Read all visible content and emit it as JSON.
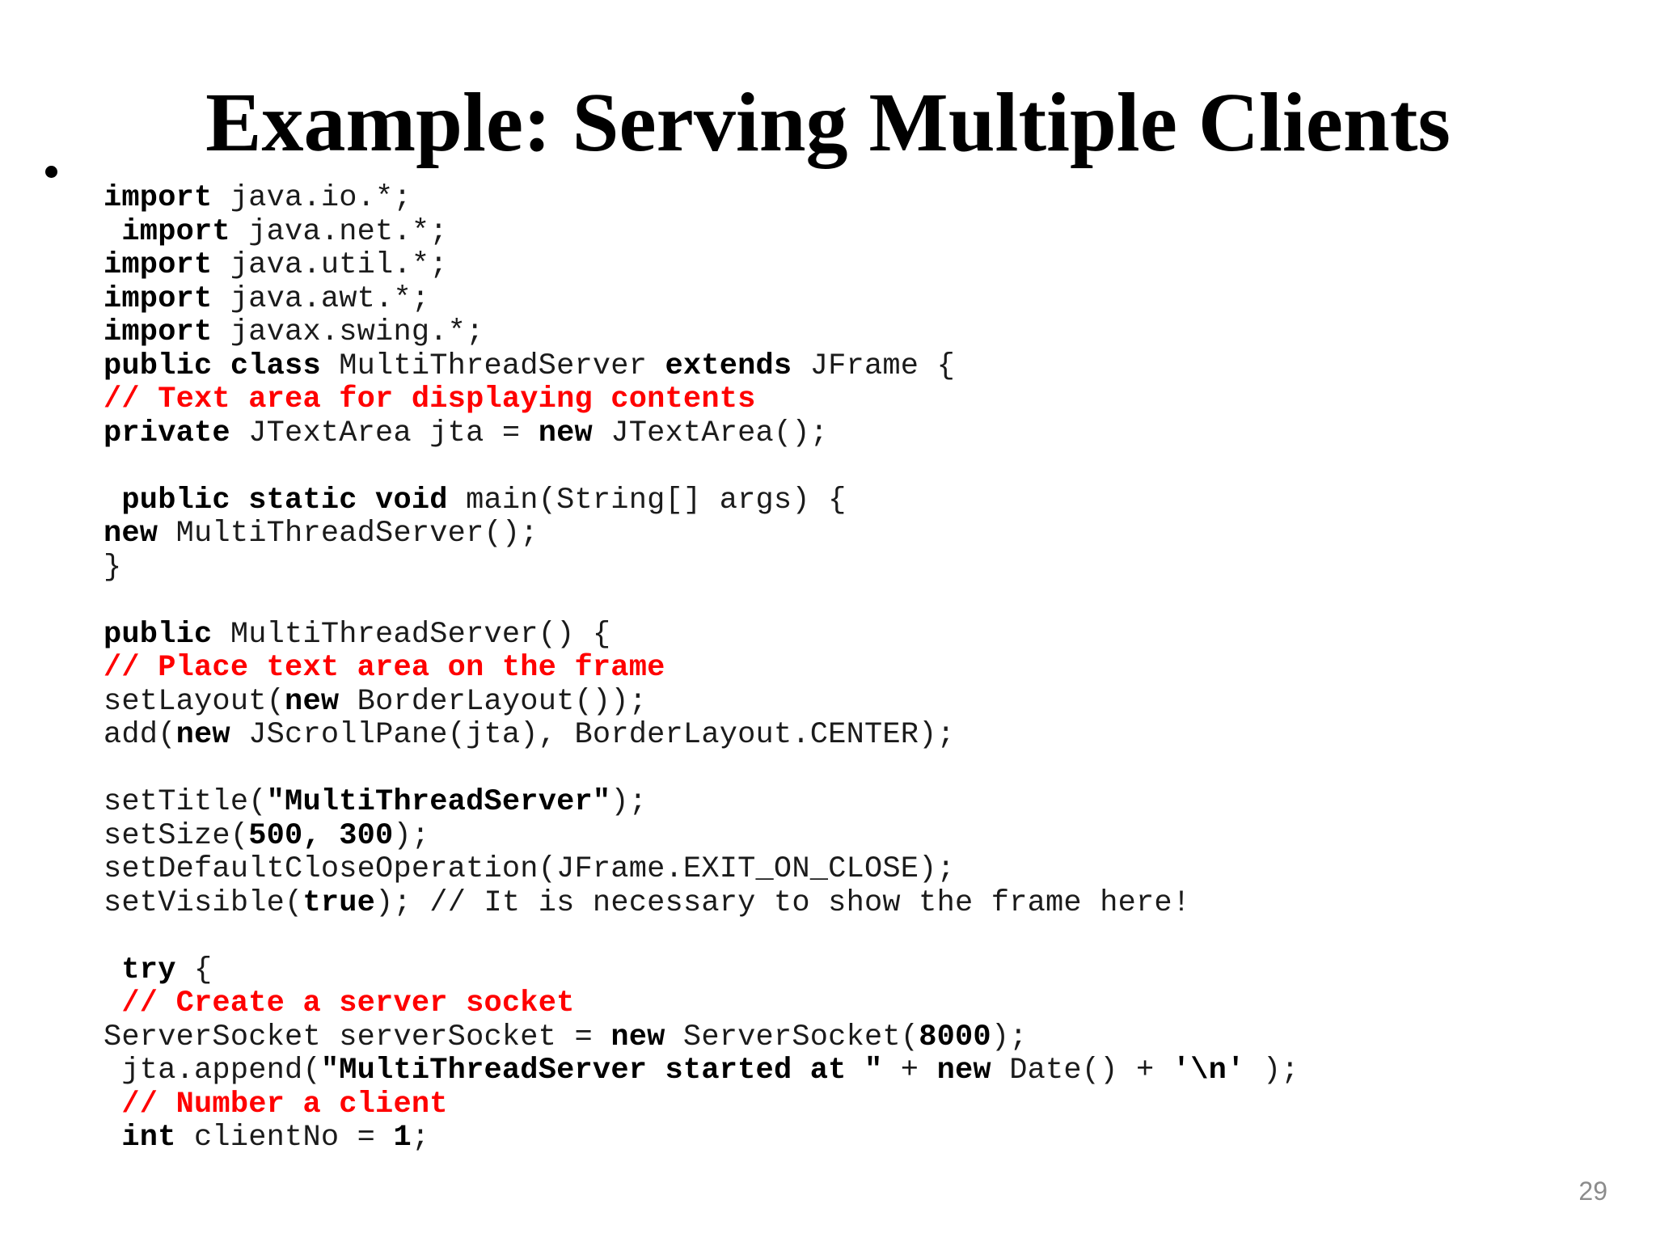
{
  "slide": {
    "title": "Example: Serving Multiple Clients",
    "page_number": "29",
    "bullet_glyph": "•",
    "colors": {
      "text": "#1b1b1b",
      "keyword": "#000000",
      "comment": "#ff0000",
      "page_number": "#8c8c8c",
      "background": "#ffffff"
    }
  },
  "code": {
    "language": "java",
    "lines": [
      {
        "indent": 0,
        "segments": [
          {
            "t": "import",
            "s": "kw"
          },
          {
            "t": " java.io.*;",
            "s": "plain"
          }
        ]
      },
      {
        "indent": 1,
        "segments": [
          {
            "t": "import",
            "s": "kw"
          },
          {
            "t": " java.net.*;",
            "s": "plain"
          }
        ]
      },
      {
        "indent": 0,
        "segments": [
          {
            "t": "import",
            "s": "kw"
          },
          {
            "t": " java.util.*;",
            "s": "plain"
          }
        ]
      },
      {
        "indent": 0,
        "segments": [
          {
            "t": "import",
            "s": "kw"
          },
          {
            "t": " java.awt.*;",
            "s": "plain"
          }
        ]
      },
      {
        "indent": 0,
        "segments": [
          {
            "t": "import",
            "s": "kw"
          },
          {
            "t": " javax.swing.*;",
            "s": "plain"
          }
        ]
      },
      {
        "indent": 0,
        "segments": [
          {
            "t": "public class",
            "s": "kw"
          },
          {
            "t": " MultiThreadServer ",
            "s": "plain"
          },
          {
            "t": "extends",
            "s": "kw"
          },
          {
            "t": " JFrame {",
            "s": "plain"
          }
        ]
      },
      {
        "indent": 0,
        "segments": [
          {
            "t": "// Text area for displaying contents",
            "s": "cmt-red"
          }
        ]
      },
      {
        "indent": 0,
        "segments": [
          {
            "t": "private",
            "s": "kw"
          },
          {
            "t": " JTextArea jta = ",
            "s": "plain"
          },
          {
            "t": "new",
            "s": "kw"
          },
          {
            "t": " JTextArea();",
            "s": "plain"
          }
        ]
      },
      {
        "indent": 0,
        "segments": []
      },
      {
        "indent": 1,
        "segments": [
          {
            "t": "public static void",
            "s": "kw"
          },
          {
            "t": " main(String[] args) {",
            "s": "plain"
          }
        ]
      },
      {
        "indent": 0,
        "segments": [
          {
            "t": "new",
            "s": "kw"
          },
          {
            "t": " MultiThreadServer();",
            "s": "plain"
          }
        ]
      },
      {
        "indent": 0,
        "segments": [
          {
            "t": "}",
            "s": "plain"
          }
        ]
      },
      {
        "indent": 0,
        "segments": []
      },
      {
        "indent": 0,
        "segments": [
          {
            "t": "public",
            "s": "kw"
          },
          {
            "t": " MultiThreadServer() {",
            "s": "plain"
          }
        ]
      },
      {
        "indent": 0,
        "segments": [
          {
            "t": "// Place text area on the frame",
            "s": "cmt-red"
          }
        ]
      },
      {
        "indent": 0,
        "segments": [
          {
            "t": "setLayout(",
            "s": "plain"
          },
          {
            "t": "new",
            "s": "kw"
          },
          {
            "t": " BorderLayout());",
            "s": "plain"
          }
        ]
      },
      {
        "indent": 0,
        "segments": [
          {
            "t": "add(",
            "s": "plain"
          },
          {
            "t": "new",
            "s": "kw"
          },
          {
            "t": " JScrollPane(jta), BorderLayout.CENTER);",
            "s": "plain"
          }
        ]
      },
      {
        "indent": 0,
        "segments": []
      },
      {
        "indent": 0,
        "segments": [
          {
            "t": "setTitle(",
            "s": "plain"
          },
          {
            "t": "\"MultiThreadServer\"",
            "s": "kw"
          },
          {
            "t": ");",
            "s": "plain"
          }
        ]
      },
      {
        "indent": 0,
        "segments": [
          {
            "t": "setSize(",
            "s": "plain"
          },
          {
            "t": "500, 300",
            "s": "kw"
          },
          {
            "t": ");",
            "s": "plain"
          }
        ]
      },
      {
        "indent": 0,
        "segments": [
          {
            "t": "setDefaultCloseOperation(JFrame.EXIT_ON_CLOSE);",
            "s": "plain"
          }
        ]
      },
      {
        "indent": 0,
        "segments": [
          {
            "t": "setVisible(",
            "s": "plain"
          },
          {
            "t": "true",
            "s": "kw"
          },
          {
            "t": "); // It is necessary to show the frame here!",
            "s": "plain"
          }
        ]
      },
      {
        "indent": 0,
        "segments": []
      },
      {
        "indent": 1,
        "segments": [
          {
            "t": "try",
            "s": "kw"
          },
          {
            "t": " {",
            "s": "plain"
          }
        ]
      },
      {
        "indent": 1,
        "segments": [
          {
            "t": "// Create a server socket",
            "s": "cmt-red"
          }
        ]
      },
      {
        "indent": 0,
        "segments": [
          {
            "t": "ServerSocket serverSocket = ",
            "s": "plain"
          },
          {
            "t": "new",
            "s": "kw"
          },
          {
            "t": " ServerSocket(",
            "s": "plain"
          },
          {
            "t": "8000",
            "s": "kw"
          },
          {
            "t": ");",
            "s": "plain"
          }
        ]
      },
      {
        "indent": 1,
        "segments": [
          {
            "t": "jta.append(",
            "s": "plain"
          },
          {
            "t": "\"MultiThreadServer started at \"",
            "s": "kw"
          },
          {
            "t": " + ",
            "s": "plain"
          },
          {
            "t": "new",
            "s": "kw"
          },
          {
            "t": " Date() + ",
            "s": "plain"
          },
          {
            "t": "'\\n'",
            "s": "kw"
          },
          {
            "t": " );",
            "s": "plain"
          }
        ]
      },
      {
        "indent": 1,
        "segments": [
          {
            "t": "// Number a client",
            "s": "cmt-red"
          }
        ]
      },
      {
        "indent": 1,
        "segments": [
          {
            "t": "int",
            "s": "kw"
          },
          {
            "t": " clientNo = ",
            "s": "plain"
          },
          {
            "t": "1",
            "s": "kw"
          },
          {
            "t": ";",
            "s": "plain"
          }
        ]
      }
    ]
  }
}
